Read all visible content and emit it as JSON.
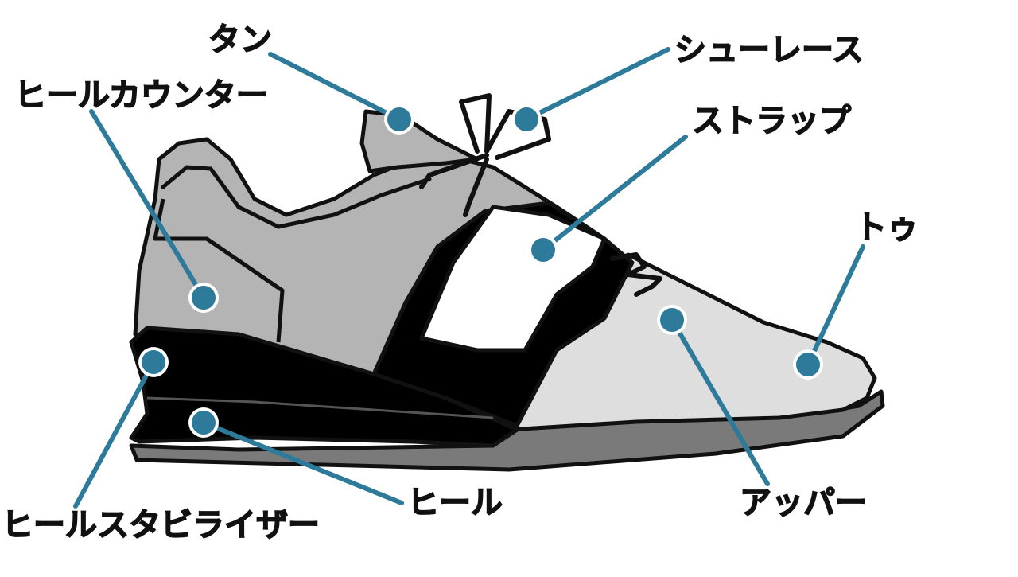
{
  "colors": {
    "accent": "#2d7a9a",
    "leader": "#2d7a9a",
    "outline": "#111111",
    "upper_dark": "#b4b4b4",
    "upper_light": "#dedede",
    "strap": "#ffffff",
    "heel": "#000000",
    "sole": "#7a7a7a"
  },
  "labels": {
    "tongue": "タン",
    "shoelace": "シューレース",
    "heel_counter": "ヒールカウンター",
    "strap": "ストラップ",
    "toe": "トゥ",
    "heel_stabilizer": "ヒールスタビライザー",
    "heel": "ヒール",
    "upper": "アッパー"
  }
}
